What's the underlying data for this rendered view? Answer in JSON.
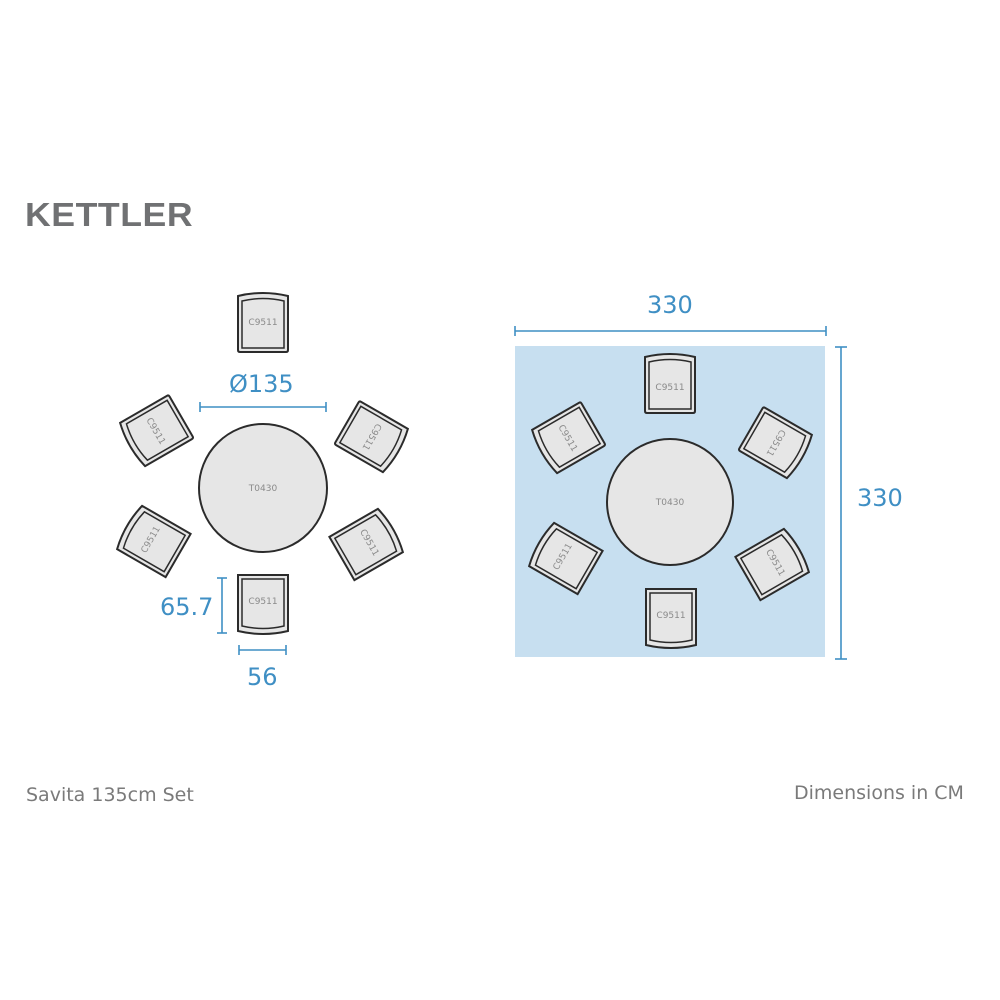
{
  "brand": {
    "logo_text": "KETTLER",
    "color": "#707173"
  },
  "product": {
    "name": "Savita 135cm Set"
  },
  "units_note": "Dimensions in CM",
  "colors": {
    "dimension": "#3f8fc4",
    "footprint_fill": "#c7dff0",
    "furniture_fill": "#e6e6e6",
    "outline": "#2b2b2b"
  },
  "left_diagram": {
    "table": {
      "code": "T0430",
      "diameter_label": "Ø135"
    },
    "chair": {
      "code": "C9511",
      "depth_label": "65.7",
      "width_label": "56",
      "count": 6
    },
    "chair_codes": [
      "C9511",
      "C9511",
      "C9511",
      "C9511",
      "C9511",
      "C9511"
    ]
  },
  "right_diagram": {
    "table": {
      "code": "T0430"
    },
    "footprint": {
      "width_label": "330",
      "depth_label": "330"
    },
    "chair_codes": [
      "C9511",
      "C9511",
      "C9511",
      "C9511",
      "C9511",
      "C9511"
    ]
  }
}
